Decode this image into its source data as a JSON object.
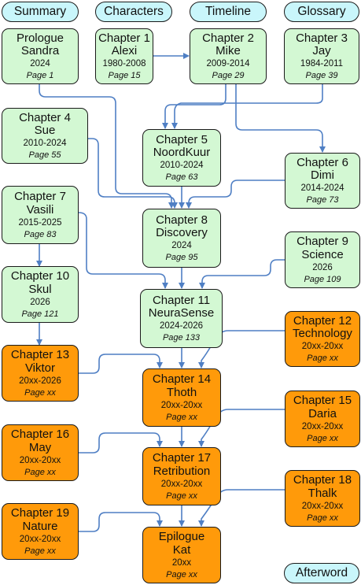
{
  "nav": {
    "summary": "Summary",
    "characters": "Characters",
    "timeline": "Timeline",
    "glossary": "Glossary",
    "afterword": "Afterword"
  },
  "colors": {
    "done": "#d3f8d3",
    "pending": "#ff9a0a",
    "nav": "#c9f6fb",
    "connector": "#4f7fc4"
  },
  "nodes": {
    "prologue": {
      "chapter": "Prologue",
      "name": "Sandra",
      "years": "2024",
      "page": "Page 1"
    },
    "ch1": {
      "chapter": "Chapter 1",
      "name": "Alexi",
      "years": "1980-2008",
      "page": "Page 15"
    },
    "ch2": {
      "chapter": "Chapter 2",
      "name": "Mike",
      "years": "2009-2014",
      "page": "Page 29"
    },
    "ch3": {
      "chapter": "Chapter 3",
      "name": "Jay",
      "years": "1984-2011",
      "page": "Page 39"
    },
    "ch4": {
      "chapter": "Chapter 4",
      "name": "Sue",
      "years": "2010-2024",
      "page": "Page 55"
    },
    "ch5": {
      "chapter": "Chapter 5",
      "name": "NoordKuur",
      "years": "2010-2024",
      "page": "Page 63"
    },
    "ch6": {
      "chapter": "Chapter 6",
      "name": "Dimi",
      "years": "2014-2024",
      "page": "Page 73"
    },
    "ch7": {
      "chapter": "Chapter 7",
      "name": "Vasili",
      "years": "2015-2025",
      "page": "Page 83"
    },
    "ch8": {
      "chapter": "Chapter 8",
      "name": "Discovery",
      "years": "2024",
      "page": "Page 95"
    },
    "ch9": {
      "chapter": "Chapter 9",
      "name": "Science",
      "years": "2026",
      "page": "Page 109"
    },
    "ch10": {
      "chapter": "Chapter 10",
      "name": "Skul",
      "years": "2026",
      "page": "Page 121"
    },
    "ch11": {
      "chapter": "Chapter 11",
      "name": "NeuraSense",
      "years": "2024-2026",
      "page": "Page 133"
    },
    "ch12": {
      "chapter": "Chapter 12",
      "name": "Technology",
      "years": "20xx-20xx",
      "page": "Page xx"
    },
    "ch13": {
      "chapter": "Chapter 13",
      "name": "Viktor",
      "years": "20xx-2026",
      "page": "Page xx"
    },
    "ch14": {
      "chapter": "Chapter 14",
      "name": "Thoth",
      "years": "20xx-20xx",
      "page": "Page xx"
    },
    "ch15": {
      "chapter": "Chapter 15",
      "name": "Daria",
      "years": "20xx-20xx",
      "page": "Page xx"
    },
    "ch16": {
      "chapter": "Chapter 16",
      "name": "May",
      "years": "20xx-20xx",
      "page": "Page xx"
    },
    "ch17": {
      "chapter": "Chapter 17",
      "name": "Retribution",
      "years": "20xx-20xx",
      "page": "Page xx"
    },
    "ch18": {
      "chapter": "Chapter 18",
      "name": "Thalk",
      "years": "20xx-20xx",
      "page": "Page xx"
    },
    "ch19": {
      "chapter": "Chapter 19",
      "name": "Nature",
      "years": "20xx-20xx",
      "page": "Page xx"
    },
    "epilogue": {
      "chapter": "Epilogue",
      "name": "Kat",
      "years": "20xx",
      "page": "Page xx"
    }
  }
}
